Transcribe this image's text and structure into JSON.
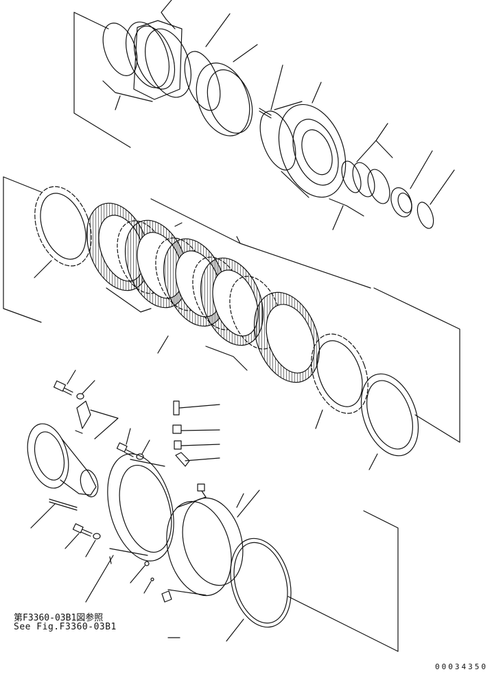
{
  "reference_note": {
    "japanese": "第F3360-03B1図参照",
    "english": "See Fig.F3360-03B1"
  },
  "drawing_number": "00034350",
  "colors": {
    "line": "#111111",
    "background": "#ffffff",
    "hatch": "#222222"
  }
}
